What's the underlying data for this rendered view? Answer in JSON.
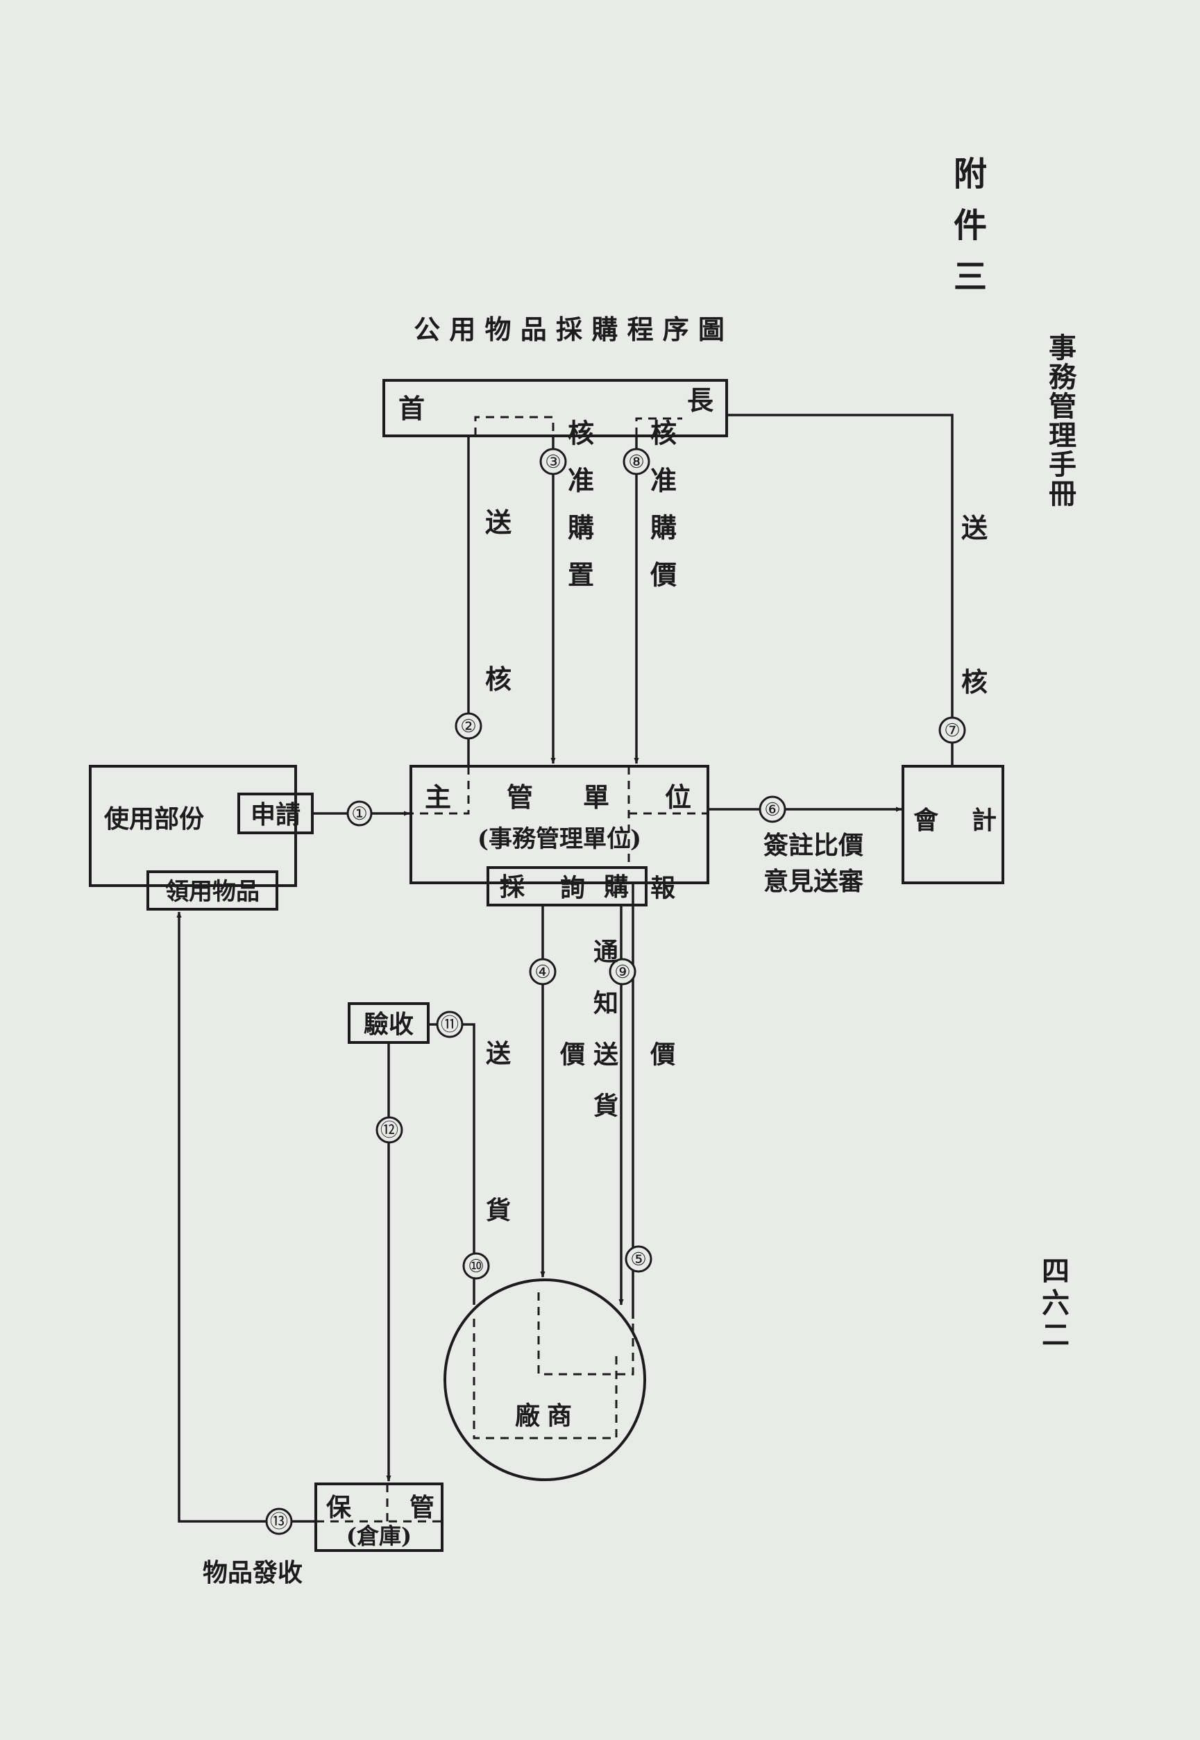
{
  "header": {
    "side_title": "事務管理手冊",
    "annex": "附件三",
    "page_number": "四六二"
  },
  "diagram": {
    "title": "公 用 物 品 採 購 程 序 圖",
    "nodes": {
      "head": {
        "left": "首",
        "right": "長"
      },
      "user_dept": "使用部份",
      "apply": "申請",
      "receive_items": "領用物品",
      "main_unit": {
        "line1": [
          "主",
          "管",
          "單",
          "位"
        ],
        "line2": "(事務管理單位)"
      },
      "purchase": {
        "left": "採",
        "right": "購"
      },
      "accounting": {
        "left": "會",
        "right": "計"
      },
      "inspection": "驗收",
      "vendor": "廠商",
      "storage": {
        "left": "保",
        "right": "管",
        "sub": "(倉庫)"
      }
    },
    "steps": [
      "①",
      "②",
      "③",
      "④",
      "⑤",
      "⑥",
      "⑦",
      "⑧",
      "⑨",
      "⑩",
      "⑪",
      "⑫",
      "⑬"
    ],
    "labels": {
      "send_review": [
        "送",
        "核"
      ],
      "approve_purchase": "核准購置",
      "approve_price": "核准購價",
      "account_review": [
        "送",
        "核"
      ],
      "comment_send": [
        "簽註比價",
        "意見送審"
      ],
      "inquire_price": "詢價",
      "notify_delivery": "通知送貨",
      "quote_price": "報價",
      "ship_goods": [
        "送",
        "貨"
      ],
      "issue_items": "物品發收"
    }
  }
}
